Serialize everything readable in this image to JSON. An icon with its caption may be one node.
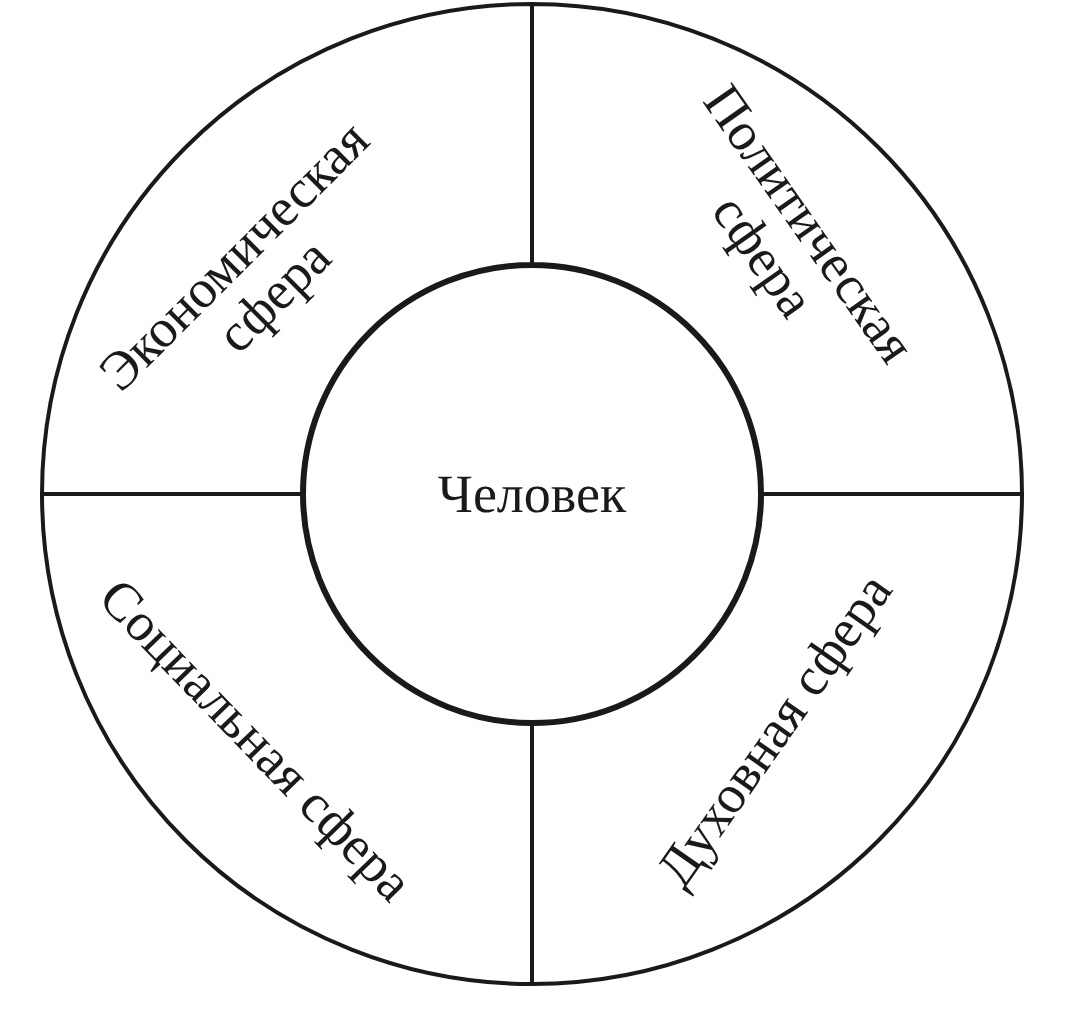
{
  "diagram": {
    "nodes": [
      {
        "text": [
          "Экономическая сфера"
        ]
      },
      {
        "text": [
          "Политическая сфера"
        ]
      },
      {
        "text": [
          "Человек"
        ]
      },
      {
        "text": [
          "Социальная сфера"
        ]
      },
      {
        "text": [
          "Духовная сфера"
        ]
      }
    ]
  }
}
